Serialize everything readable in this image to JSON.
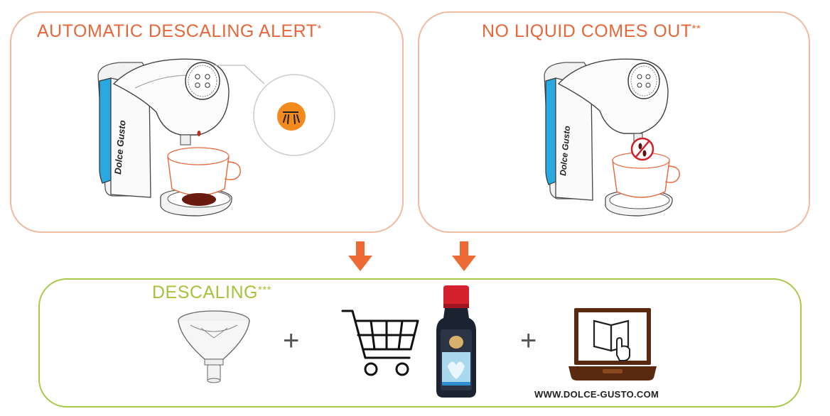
{
  "panels": {
    "alert": {
      "title": "AUTOMATIC DESCALING ALERT",
      "title_mark": "*",
      "machine_brand": "Dolce Gusto"
    },
    "no_liquid": {
      "title": "NO LIQUID COMES OUT",
      "title_mark": "**",
      "machine_brand": "Dolce Gusto"
    },
    "descaling": {
      "title": "DESCALING",
      "title_mark": "***",
      "plus_1": "+",
      "plus_2": "+",
      "url": "WWW.DOLCE-GUSTO.COM"
    }
  },
  "colors": {
    "orange": "#e8673a",
    "green": "#a6c23a",
    "panel_border": "#f0b9a0",
    "machine_blue": "#2aa9e0",
    "alert_icon": "#f28a1e"
  },
  "icons": [
    "descaling-alert-icon",
    "no-drip-icon",
    "funnel-icon",
    "shopping-cart-icon",
    "descaler-bottle-icon",
    "laptop-manual-icon",
    "down-arrow-icon"
  ]
}
